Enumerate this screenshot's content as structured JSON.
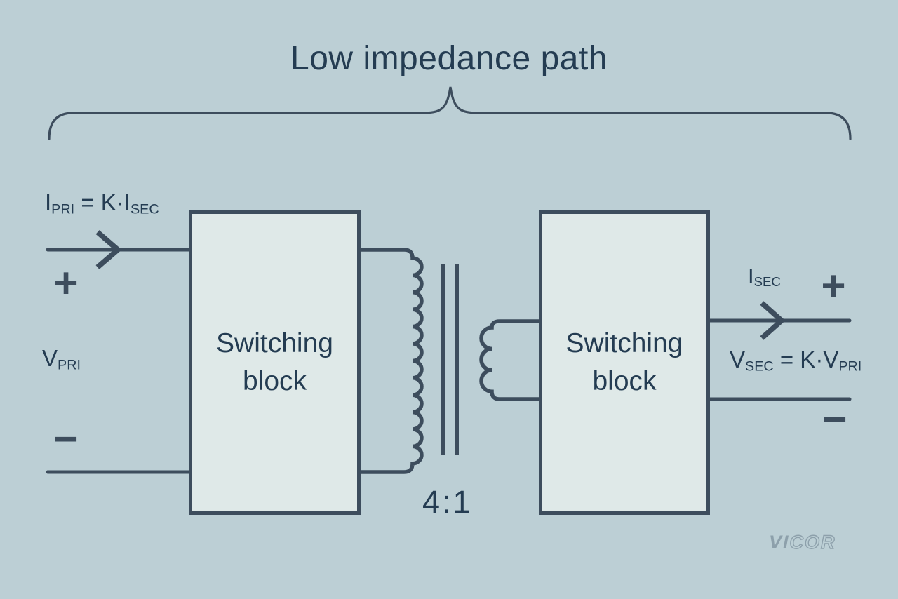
{
  "colors": {
    "bg": "#bccfd5",
    "fill": "#dfe9e8",
    "line": "#3d4d5d",
    "text": "#243c52",
    "logo": "#8da0ab"
  },
  "title": "Low impedance path",
  "blocks": {
    "left": {
      "line1": "Switching",
      "line2": "block"
    },
    "right": {
      "line1": "Switching",
      "line2": "block"
    }
  },
  "transformer": {
    "ratio": "4:1"
  },
  "primary": {
    "current_eq": {
      "sym1": "I",
      "sub1": "PRI",
      "op": " = K·",
      "sym2": "I",
      "sub2": "SEC"
    },
    "voltage": {
      "sym": "V",
      "sub": "PRI"
    },
    "plus": "+",
    "minus": "−"
  },
  "secondary": {
    "current": {
      "sym": "I",
      "sub": "SEC"
    },
    "voltage_eq": {
      "sym1": "V",
      "sub1": "SEC",
      "op": " = K·",
      "sym2": "V",
      "sub2": "PRI"
    },
    "plus": "+",
    "minus": "−"
  },
  "icons": {
    "primary_current_arrow": "arrow-right-chevron",
    "secondary_current_arrow": "arrow-right-chevron",
    "brace": "horizontal-curly-brace",
    "primary_winding": "inductor-coil",
    "secondary_winding": "inductor-coil",
    "core": "transformer-core-bars"
  },
  "logo": {
    "part1": "VI",
    "part2": "COR"
  }
}
